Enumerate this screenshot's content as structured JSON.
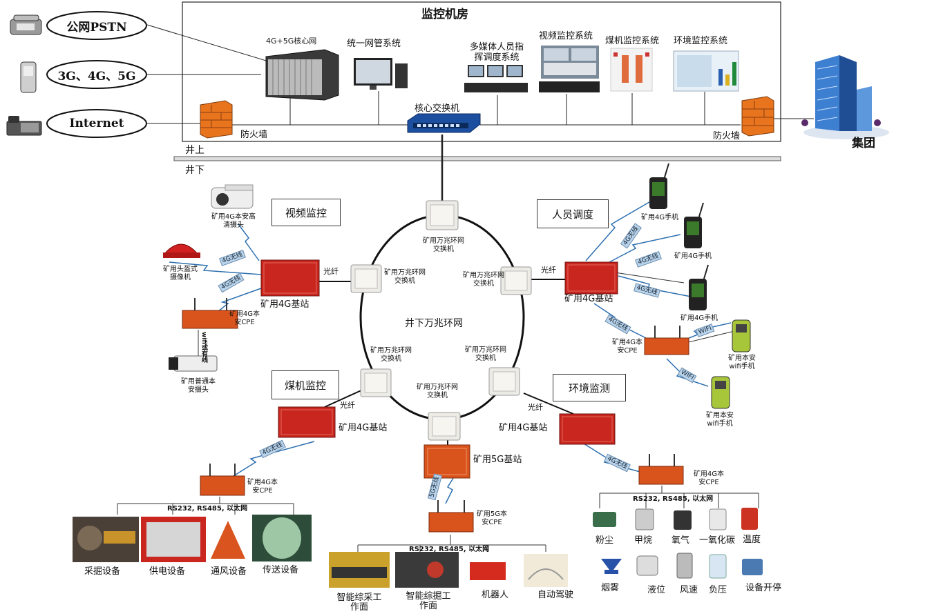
{
  "room": {
    "title": "监控机房",
    "above": "井上",
    "below": "井下"
  },
  "external": {
    "pstn": "公网PSTN",
    "mobile": "3G、4G、5G",
    "internet": "Internet",
    "group": "集团"
  },
  "systems": {
    "core_network": "4G+5G核心网",
    "unified_mgmt": "统一网管系统",
    "multimedia": "多媒体人员指挥调度系统",
    "video_sys": "视频监控系统",
    "coal_sys": "煤机监控系统",
    "env_sys": "环境监控系统",
    "core_switch": "核心交换机",
    "firewall_left": "防火墙",
    "firewall_right": "防火墙"
  },
  "ring": {
    "name": "井下万兆环网",
    "switch_label": "矿用万兆环网交换机",
    "fiber": "光纤"
  },
  "sections": {
    "video": "视频监控",
    "personnel": "人员调度",
    "coal": "煤机监控",
    "env": "环境监测"
  },
  "video": {
    "hd_cam": "矿用4G本安高清摄头",
    "helmet_cam": "矿用头盔式摄像机",
    "base": "矿用4G基站",
    "cpe": "矿用4G本安CPE",
    "normal_cam": "矿用普通本安摄头",
    "wireless": "4G无线",
    "wifi_link": "wifi或有线"
  },
  "personnel": {
    "base": "矿用4G基站",
    "phone": "矿用4G手机",
    "cpe": "矿用4G本安CPE",
    "wifi_phone": "矿用本安wifi手机",
    "wireless": "4G无线",
    "wifi": "WIFI"
  },
  "coal": {
    "base": "矿用4G基站",
    "cpe": "矿用4G本安CPE",
    "bus": "RS232, RS485, 以太网",
    "devices": [
      "采掘设备",
      "供电设备",
      "通风设备",
      "传送设备"
    ],
    "wireless": "4G无线"
  },
  "fiveg": {
    "base": "矿用5G基站",
    "cpe": "矿用5G本安CPE",
    "bus": "RS232, RS485, 以太网",
    "devices": [
      "智能综采工作面",
      "智能综掘工作面",
      "机器人",
      "自动驾驶"
    ],
    "wireless": "5G无线"
  },
  "env": {
    "base": "矿用4G基站",
    "cpe": "矿用4G本安CPE",
    "bus": "RS232, RS485, 以太网",
    "sensors_row1": [
      "粉尘",
      "甲烷",
      "氧气",
      "一氧化碳",
      "温度"
    ],
    "sensors_row2": [
      "烟雾",
      "液位",
      "风速",
      "负压",
      "设备开停"
    ],
    "wireless": "4G无线"
  },
  "colors": {
    "device_red": "#c8261e",
    "cpe_orange": "#d9531c",
    "switch_box": "#ecebe6",
    "wireless_badge": "#b9d3ea"
  }
}
